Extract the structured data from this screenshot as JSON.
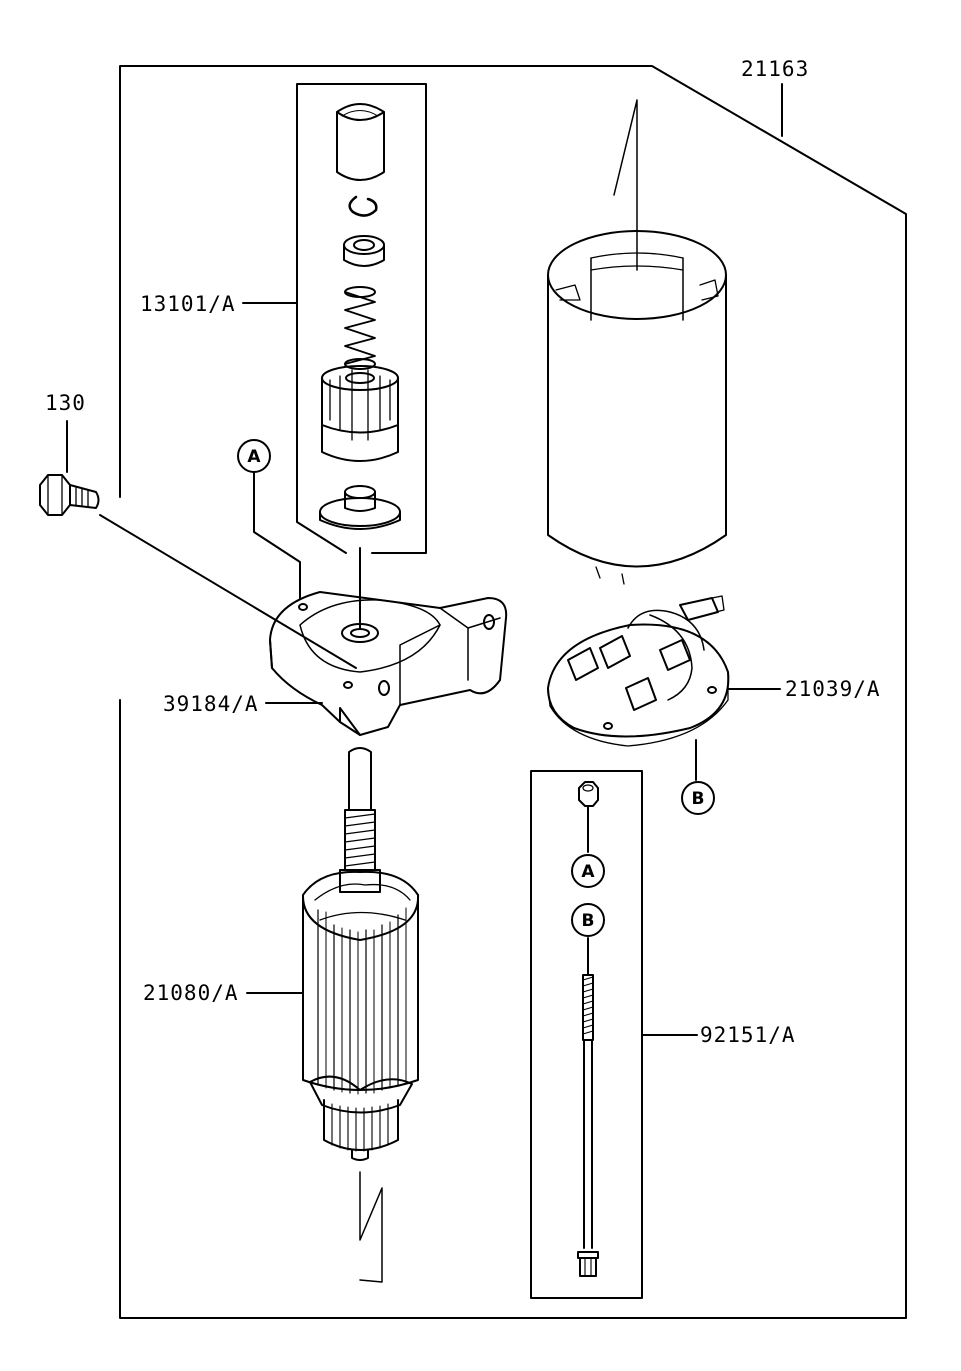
{
  "diagram": {
    "labels": {
      "assembly": "21163",
      "pinion_set": "13101/A",
      "bolt": "130",
      "front_bracket": "39184/A",
      "armature": "21080/A",
      "brush_holder": "21039/A",
      "through_bolt": "92151/A"
    },
    "callouts": {
      "a_bracket": "A",
      "b_holder": "B",
      "a_nut": "A",
      "b_bolt": "B"
    }
  }
}
